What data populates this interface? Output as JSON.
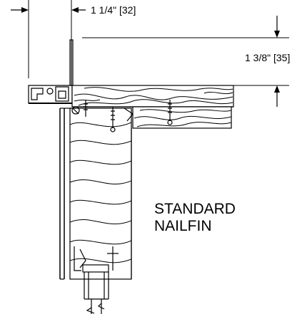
{
  "dimensions": {
    "horizontal": "1 1/4\" [32]",
    "vertical": "1 3/8\" [35]"
  },
  "caption": {
    "line1": "STANDARD",
    "line2": "NAILFIN"
  },
  "colors": {
    "line": "#000000",
    "background": "#ffffff"
  }
}
